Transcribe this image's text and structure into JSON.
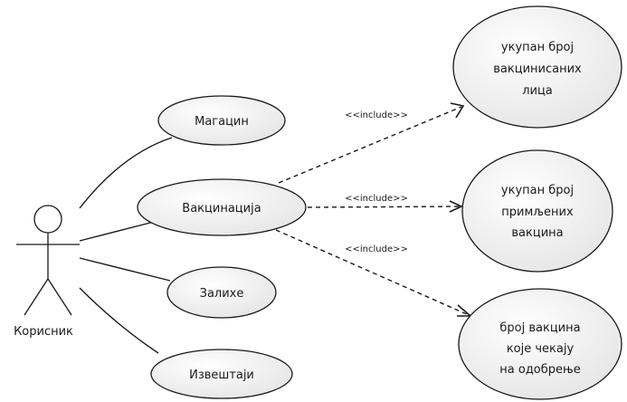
{
  "actor": {
    "label": "Корисник"
  },
  "use_cases": {
    "magacin": "Магацин",
    "vakcinacija": "Вакцинација",
    "zalihe": "Залихе",
    "izvestaji": "Извештаји",
    "vaccinated_total": [
      "укупан број",
      "вакцинисаних",
      "лица"
    ],
    "received_total": [
      "укупан број",
      "примљених",
      "вакцина"
    ],
    "pending_approval": [
      "број вакцина",
      "које чекају",
      "на одобрење"
    ]
  },
  "relations": {
    "include_top": "<<include>>",
    "include_mid": "<<include>>",
    "include_bottom": "<<include>>"
  }
}
